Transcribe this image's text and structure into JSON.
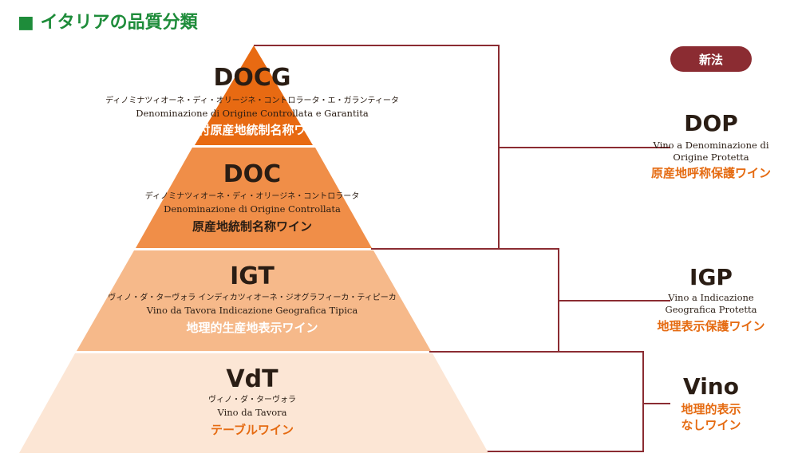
{
  "heading": "■ イタリアの品質分類",
  "colors": {
    "heading": "#1e8c3a",
    "connector": "#8b2c32",
    "badge": "#8b2c32",
    "accent_text": "#e56b12",
    "tier_docg": "#e86a12",
    "tier_doc": "#f08e48",
    "tier_igt": "#f6b98a",
    "tier_vdt": "#fce6d5"
  },
  "tiers": [
    {
      "title": "DOCG",
      "kana": "ディノミナツィオーネ・ディ・オリージネ・コントロラータ・エ・ガランティータ",
      "italian": "Denominazione di Origine Controllata e Garantita",
      "japanese": "保証付原産地統制名称ワイン"
    },
    {
      "title": "DOC",
      "kana": "ディノミナツィオーネ・ディ・オリージネ・コントロラータ",
      "italian": "Denominazione di Origine Controllata",
      "japanese": "原産地統制名称ワイン"
    },
    {
      "title": "IGT",
      "kana": "ヴィノ・ダ・ターヴォラ インディカツィオーネ・ジオグラフィーカ・ティピーカ",
      "italian": "Vino da Tavora Indicazione Geografica Tipica",
      "japanese": "地理的生産地表示ワイン"
    },
    {
      "title": "VdT",
      "kana": "ヴィノ・ダ・ターヴォラ",
      "italian": "Vino da Tavora",
      "japanese": "テーブルワイン"
    }
  ],
  "badge": "新法",
  "new_categories": [
    {
      "title": "DOP",
      "italian": [
        "Vino a Denominazione di",
        "Origine Protetta"
      ],
      "japanese": [
        "原産地呼称保護ワイン"
      ]
    },
    {
      "title": "IGP",
      "italian": [
        "Vino a Indicazione",
        "Geografica Protetta"
      ],
      "japanese": [
        "地理表示保護ワイン"
      ]
    },
    {
      "title": "Vino",
      "italian": [],
      "japanese": [
        "地理的表示",
        "なしワイン"
      ]
    }
  ]
}
